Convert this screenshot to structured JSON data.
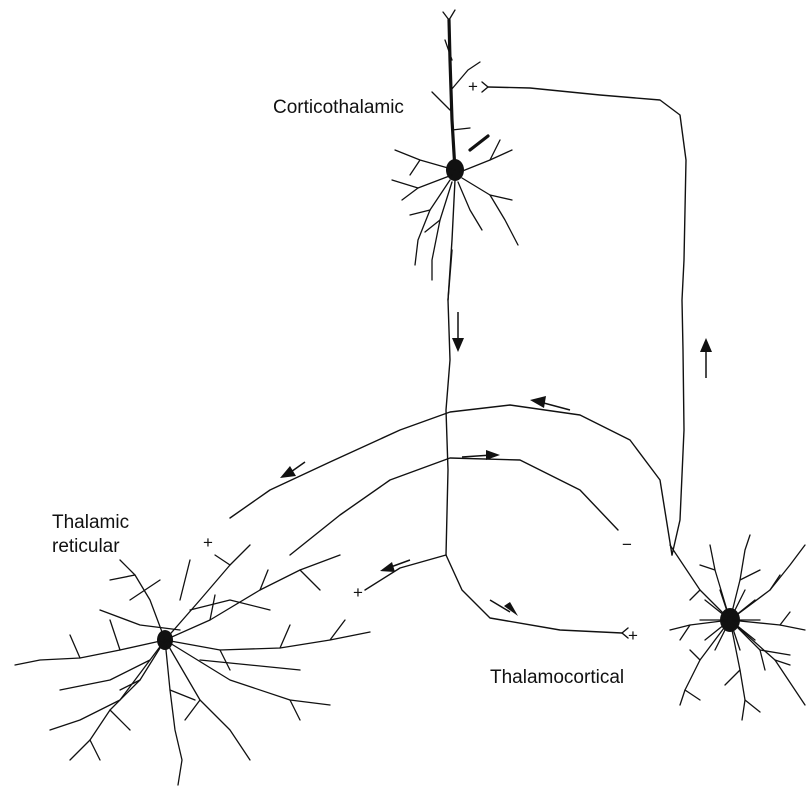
{
  "labels": {
    "corticothalamic": "Corticothalamic",
    "reticular_line1": "Thalamic",
    "reticular_line2": "reticular",
    "thalamocortical": "Thalamocortical"
  },
  "signs": {
    "cortex_synapse": "+",
    "reticular_upper": "+",
    "reticular_lower": "+",
    "tc_inhibitory": "−",
    "tc_excitatory": "+"
  },
  "colors": {
    "ink": "#111111",
    "background": "#ffffff"
  }
}
